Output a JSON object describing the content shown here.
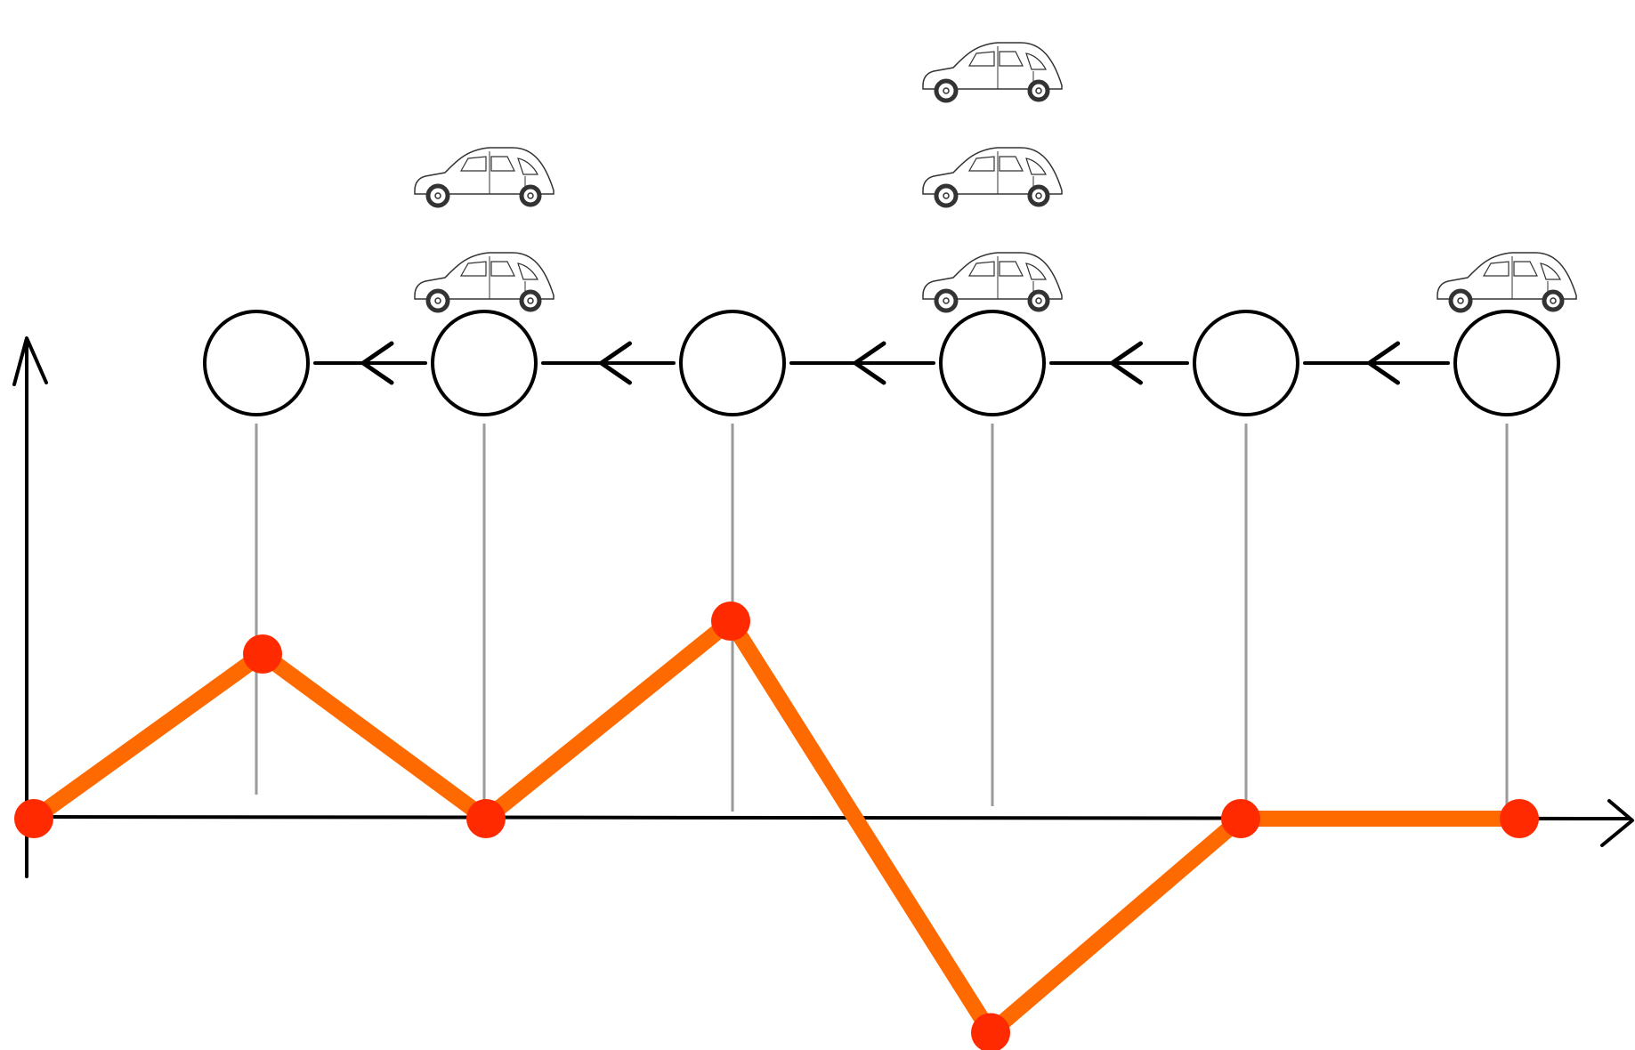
{
  "colors": {
    "ink": "#000000",
    "connector": "#9a9a9a",
    "curve": "#ff6a00",
    "point": "#ff2a00",
    "car_stroke": "#333333"
  },
  "icons": {
    "car": "car-icon",
    "arrow": "left-arrow-icon"
  },
  "diagram": {
    "node_count": 6,
    "cars_per_node": [
      0,
      2,
      0,
      3,
      0,
      1
    ],
    "arrow_direction": "right-to-left"
  },
  "chart_data": {
    "type": "line",
    "x": [
      0,
      1,
      2,
      3,
      4,
      5,
      6
    ],
    "values": [
      0,
      1,
      0,
      1.2,
      -1.3,
      0,
      0
    ],
    "title": "",
    "xlabel": "",
    "ylabel": "",
    "grid": false
  }
}
